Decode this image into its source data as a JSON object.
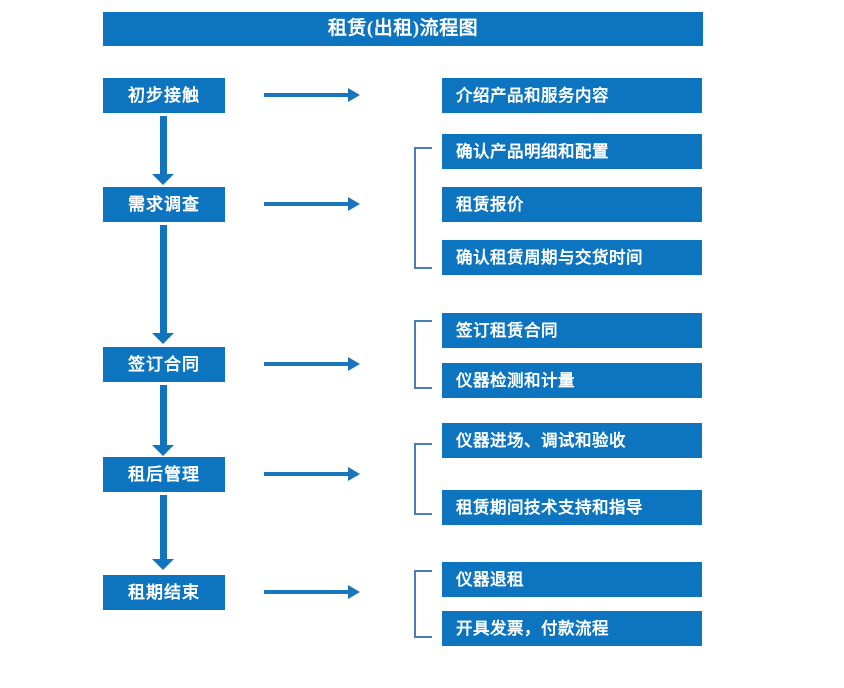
{
  "diagram": {
    "title": "租赁(出租)流程图",
    "colors": {
      "box_blue": "#0d74c0",
      "arrow_blue": "#1b75bb",
      "bracket_blue": "#4a7fb5",
      "text_white": "#ffffff",
      "background": "#ffffff"
    },
    "stages": [
      {
        "id": "stage-1",
        "label": "初步接触",
        "details": [
          "介绍产品和服务内容"
        ]
      },
      {
        "id": "stage-2",
        "label": "需求调查",
        "details": [
          "确认产品明细和配置",
          "租赁报价",
          "确认租赁周期与交货时间"
        ]
      },
      {
        "id": "stage-3",
        "label": "签订合同",
        "details": [
          "签订租赁合同",
          "仪器检测和计量"
        ]
      },
      {
        "id": "stage-4",
        "label": "租后管理",
        "details": [
          "仪器进场、调试和验收",
          "租赁期间技术支持和指导"
        ]
      },
      {
        "id": "stage-5",
        "label": "租期结束",
        "details": [
          "仪器退租",
          "开具发票，付款流程"
        ]
      }
    ]
  }
}
